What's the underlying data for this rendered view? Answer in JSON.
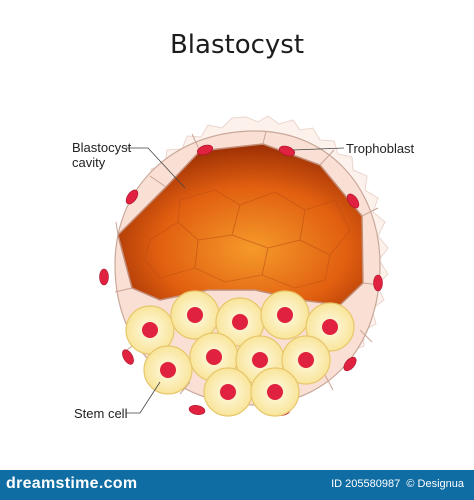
{
  "title": "Blastocyst",
  "labels": {
    "cavity_line1": "Blastocyst",
    "cavity_line2": "cavity",
    "trophoblast": "Trophoblast",
    "stem_cell": "Stem cell"
  },
  "watermark": {
    "site": "dreamstime.com",
    "id": "ID 205580987",
    "author": "© Designua"
  },
  "colors": {
    "nucleus": "#e0213f",
    "cell_fill": "#fff3b8",
    "trophoblast_fill": "#fbe4d8",
    "cavity_dark": "#9a2d04",
    "cavity_light": "#f2821c",
    "footer": "#0f6da4"
  }
}
